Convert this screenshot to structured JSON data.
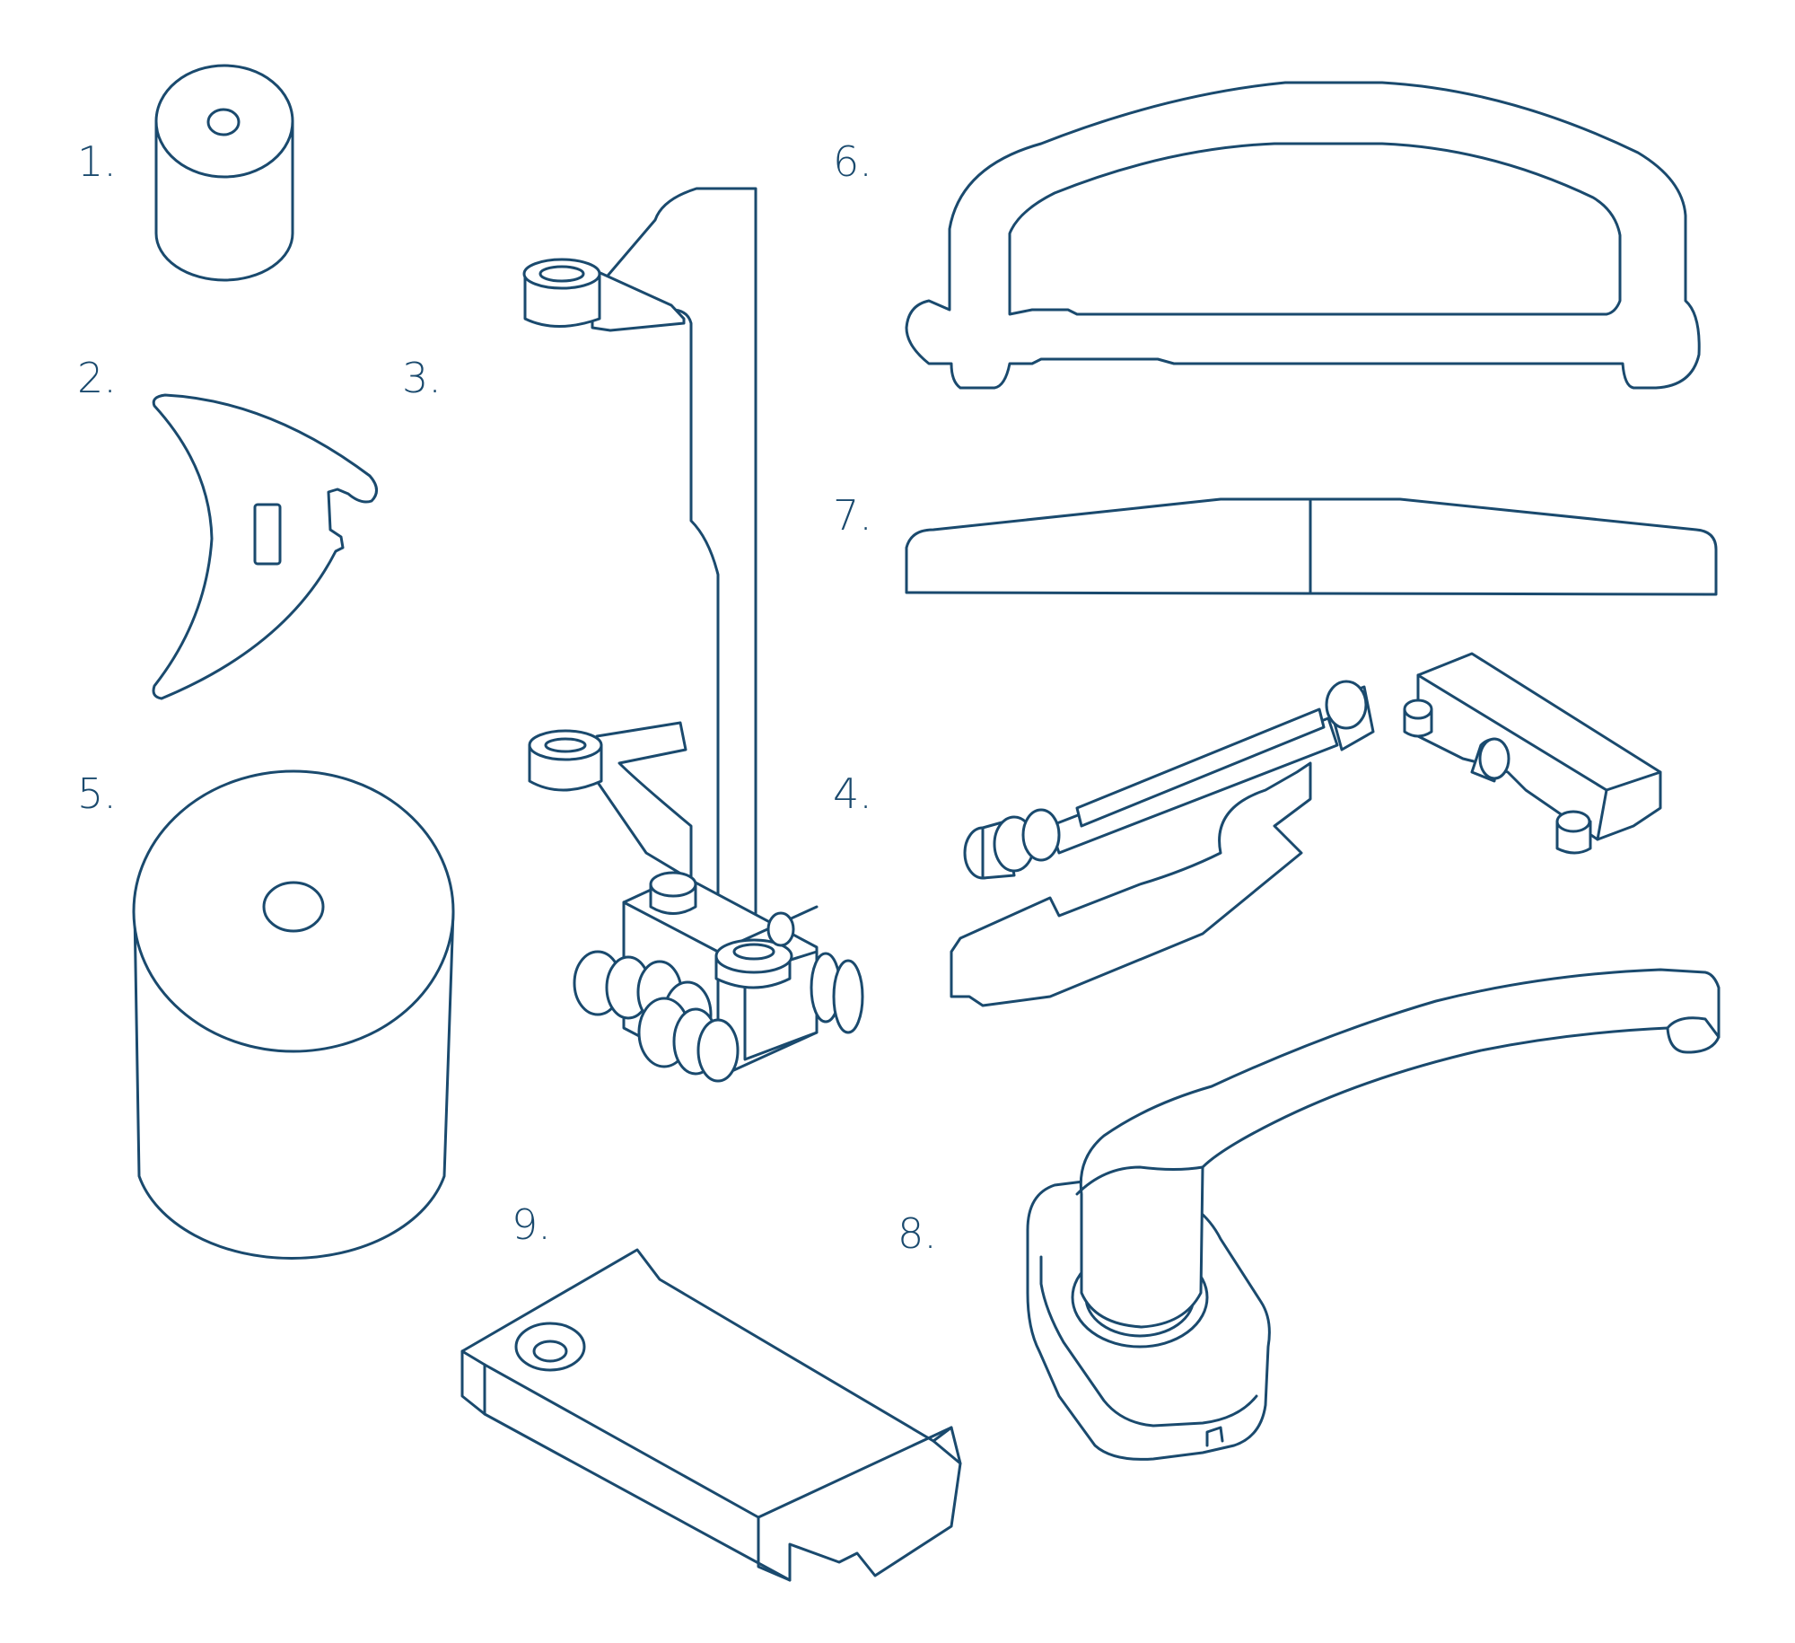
{
  "colors": {
    "line": "#1a4a6e",
    "background": "#ffffff"
  },
  "parts": [
    {
      "id": 1,
      "label": "1.",
      "shape": "small-cylinder"
    },
    {
      "id": 2,
      "label": "2.",
      "shape": "crescent-plate"
    },
    {
      "id": 3,
      "label": "3.",
      "shape": "arm-with-wheel-block"
    },
    {
      "id": 4,
      "label": "4.",
      "shape": "rod-assembly"
    },
    {
      "id": 5,
      "label": "5.",
      "shape": "large-cylinder"
    },
    {
      "id": 6,
      "label": "6.",
      "shape": "arched-handle"
    },
    {
      "id": 7,
      "label": "7.",
      "shape": "flat-bar"
    },
    {
      "id": 8,
      "label": "8.",
      "shape": "lever-handle"
    },
    {
      "id": 9,
      "label": "9.",
      "shape": "block-with-hole"
    }
  ]
}
